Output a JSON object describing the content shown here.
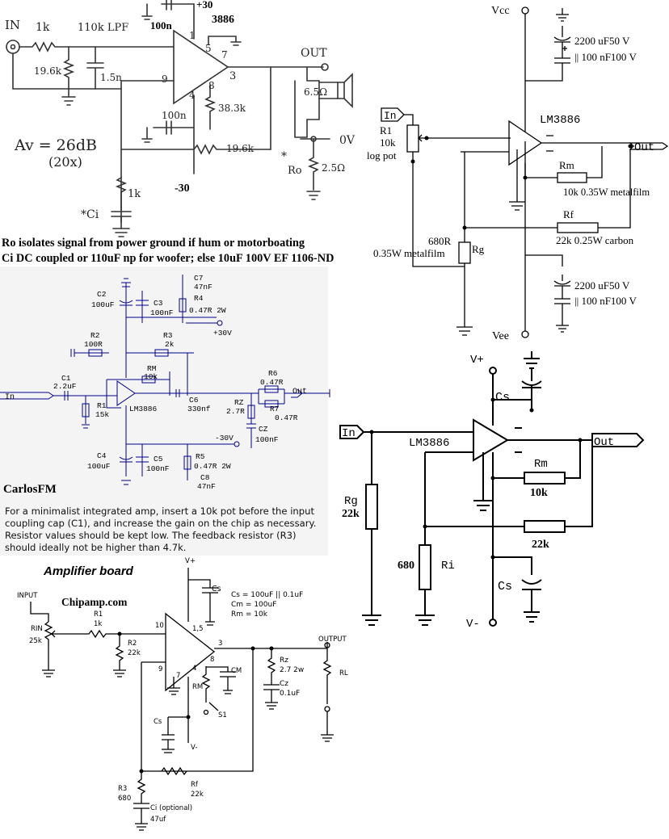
{
  "hand_schematic": {
    "in": "IN",
    "r_in": "1k",
    "lpf": "110k LPF",
    "r_shunt": "19.6k",
    "c_lpf": "1.5n",
    "c_top": "100n",
    "vpos": "+30",
    "chip": "3886",
    "pin1": "1",
    "pin5": "5",
    "pin7": "7",
    "pin3": "3",
    "pin4": "4",
    "pin8": "8",
    "pin9": "9",
    "r_mute": "38.3k",
    "c_bot": "100n",
    "r_fb": "19.6k",
    "vneg": "-30",
    "r_ci": "1k",
    "ci": "*Ci",
    "out": "OUT",
    "speaker": "6.5Ω",
    "zero_v": "0V",
    "ro_star": "*",
    "ro": "Ro",
    "ro_val": "2.5Ω",
    "gain_l1": "Av = 26dB",
    "gain_l2": "(20x)"
  },
  "captions": {
    "line1": "Ro isolates signal from power ground if hum or motorboating",
    "line2": "Ci DC coupled or 110uF np for woofer; else 10uF 100V EF 1106-ND"
  },
  "right_top": {
    "vcc": "Vcc",
    "cap_top": "2200 uF50 V",
    "cap_top2": "|| 100 nF100 V",
    "in": "In",
    "r1": "R1",
    "r1_val": "10k",
    "r1_type": "log pot",
    "chip": "LM3886",
    "out": "Out",
    "rm": "Rm",
    "rm_val": "10k  0.35W metalfilm",
    "rf": "Rf",
    "rf_val": "22k  0.25W carbon",
    "rg_val": "680R",
    "rg": "Rg",
    "rg_type": "0.35W metalfilm",
    "cap_bot": "2200 uF50 V",
    "cap_bot2": "|| 100 nF100 V",
    "vee": "Vee"
  },
  "carlos": {
    "c2": "C2",
    "c2_val": "100uF",
    "c3": "C3",
    "c3_val": "100nF",
    "c7": "C7",
    "c7_val": "47nF",
    "r4": "R4",
    "r4_val": "0.47R 2W",
    "vpos": "+30V",
    "r2": "R2",
    "r2_val": "100R",
    "r3": "R3",
    "r3_val": "2k",
    "rm": "RM",
    "rm_val": "10k",
    "c1": "C1",
    "c1_val": "2.2uF",
    "in": "In",
    "r1": "R1",
    "r1_val": "15k",
    "chip": "LM3886",
    "c6": "C6",
    "c6_val": "330nf",
    "r6": "R6",
    "r6_val": "0.47R",
    "out": "Out",
    "rz": "RZ",
    "rz_val": "2.7R",
    "r7": "R7",
    "r7_val": "0.47R",
    "cz": "CZ",
    "cz_val": "100nF",
    "vneg": "-30V",
    "c4": "C4",
    "c4_val": "100uF",
    "c5": "C5",
    "c5_val": "100nF",
    "r5": "R5",
    "r5_val": "0.47R 2W",
    "c8": "C8",
    "c8_val": "47nF",
    "author": "CarlosFM",
    "note": "For a minimalist integrated amp, insert a 10k pot before the input coupling cap (C1), and increase the gain on the chip as necessary. Resistor values should be kept low. The feedback resistor (R3) should ideally not be higher than 4.7k."
  },
  "right_bottom": {
    "vpos": "V+",
    "cs_top": "Cs",
    "in": "In",
    "chip": "LM3886",
    "out": "Out",
    "rm": "Rm",
    "rm_val": "10k",
    "rg": "Rg",
    "rg_val": "22k",
    "ri_val": "680",
    "ri": "Ri",
    "rf_val": "22k",
    "cs_bot": "Cs",
    "vneg": "V-"
  },
  "chipamp": {
    "title": "Amplifier board",
    "site": "Chipamp.com",
    "vplus": "V+",
    "cs": "Cs",
    "spec1": "Cs = 100uF || 0.1uF",
    "spec2": "Cm = 100uF",
    "spec3": "Rm = 10k",
    "input": "INPUT",
    "rin": "RIN",
    "rin_val": "25k",
    "r1": "R1",
    "r1_val": "1k",
    "r2": "R2",
    "r2_val": "22k",
    "pin10": "10",
    "pin15": "1,5",
    "pin3": "3",
    "pin9": "9",
    "pin7": "7",
    "pin4": "4",
    "pin8": "8",
    "rm": "RM",
    "cm": "CM",
    "s1": "S1",
    "cs2": "Cs",
    "vminus": "V-",
    "rz": "Rz",
    "rz_val": "2.7 2w",
    "cz": "Cz",
    "cz_val": "0.1uF",
    "output": "OUTPUT",
    "rl": "RL",
    "r3": "R3",
    "r3_val": "680",
    "rf": "Rf",
    "rf_val": "22k",
    "ci": "Ci (optional)",
    "ci_val": "47uf"
  }
}
